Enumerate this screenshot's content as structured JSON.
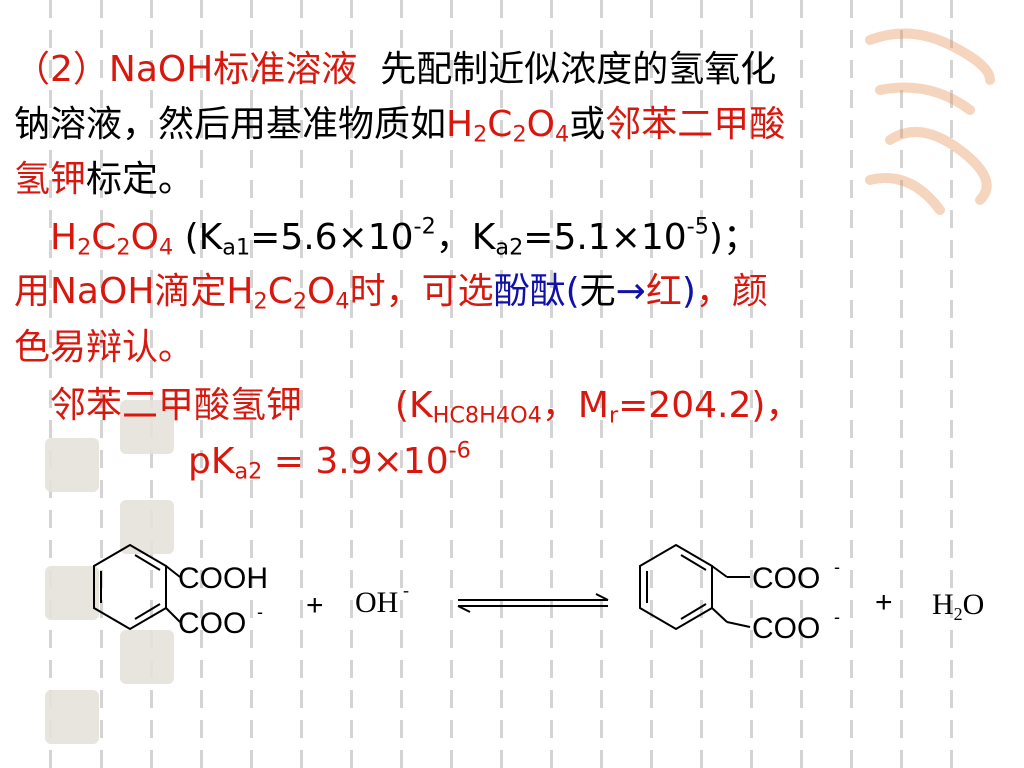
{
  "point_heading": "（2）NaOH标准溶液",
  "intro_a": "先配制近似浓度的氢氧化",
  "intro_b": "钠溶液，然后用基准物质如",
  "f": {
    "H": "H",
    "C": "C",
    "O": "O",
    "two": "2",
    "four": "4"
  },
  "intro_or": "或",
  "khp_a": "邻苯二甲酸",
  "khp_b": "氢钾",
  "intro_end": "标定。",
  "ka_open": " (K",
  "ka1_sub": "a1",
  "ka1_val": "=5.6×10",
  "ka1_exp": "-2",
  "ka_sep": "，K",
  "ka2_sub": "a2",
  "ka2_val": "=5.1×10",
  "ka2_exp": "-5",
  "ka_close": ")；",
  "use_a": "用NaOH滴定",
  "use_b": "时，可选",
  "indicator": "酚酞",
  "indicator_open": "(",
  "color_from": "无",
  "arrow": "→",
  "color_to": "红",
  "indicator_close": ")",
  "use_c": "，颜",
  "use_d": "色易辩认。",
  "khp_name": "邻苯二甲酸氢钾",
  "khp_paren_open": "(K",
  "khp_sub": "HC8H4O4",
  "khp_mid": "，M",
  "khp_mr_sub": "r",
  "khp_mr_val": "=204.2)，",
  "pk_label": "pK",
  "pk_sub": "a2",
  "pk_val": " = 3.9×10",
  "pk_exp": "-6",
  "reaction": {
    "left_group_top": "COOH",
    "left_group_bottom": "COO",
    "minus": "-",
    "plus": "+",
    "hydroxide": "OH",
    "right_group_top": "COO",
    "right_group_bottom": "COO",
    "water_h": "H",
    "water_2": "2",
    "water_o": "O"
  }
}
